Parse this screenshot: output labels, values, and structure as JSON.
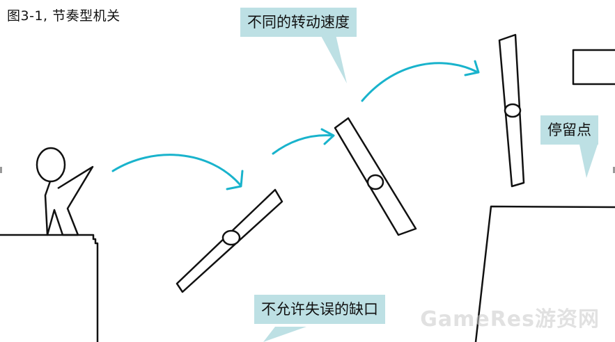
{
  "figure": {
    "title": "图3-1, 节奏型机关"
  },
  "callouts": {
    "rotation_speed": "不同的转动速度",
    "stop_point": "停留点",
    "gap": "不允许失误的缺口"
  },
  "watermark": {
    "text": "GameRes游资网"
  },
  "colors": {
    "callout_bg": "#bde0e4",
    "arrow": "#19b3cc",
    "line": "#111111"
  }
}
